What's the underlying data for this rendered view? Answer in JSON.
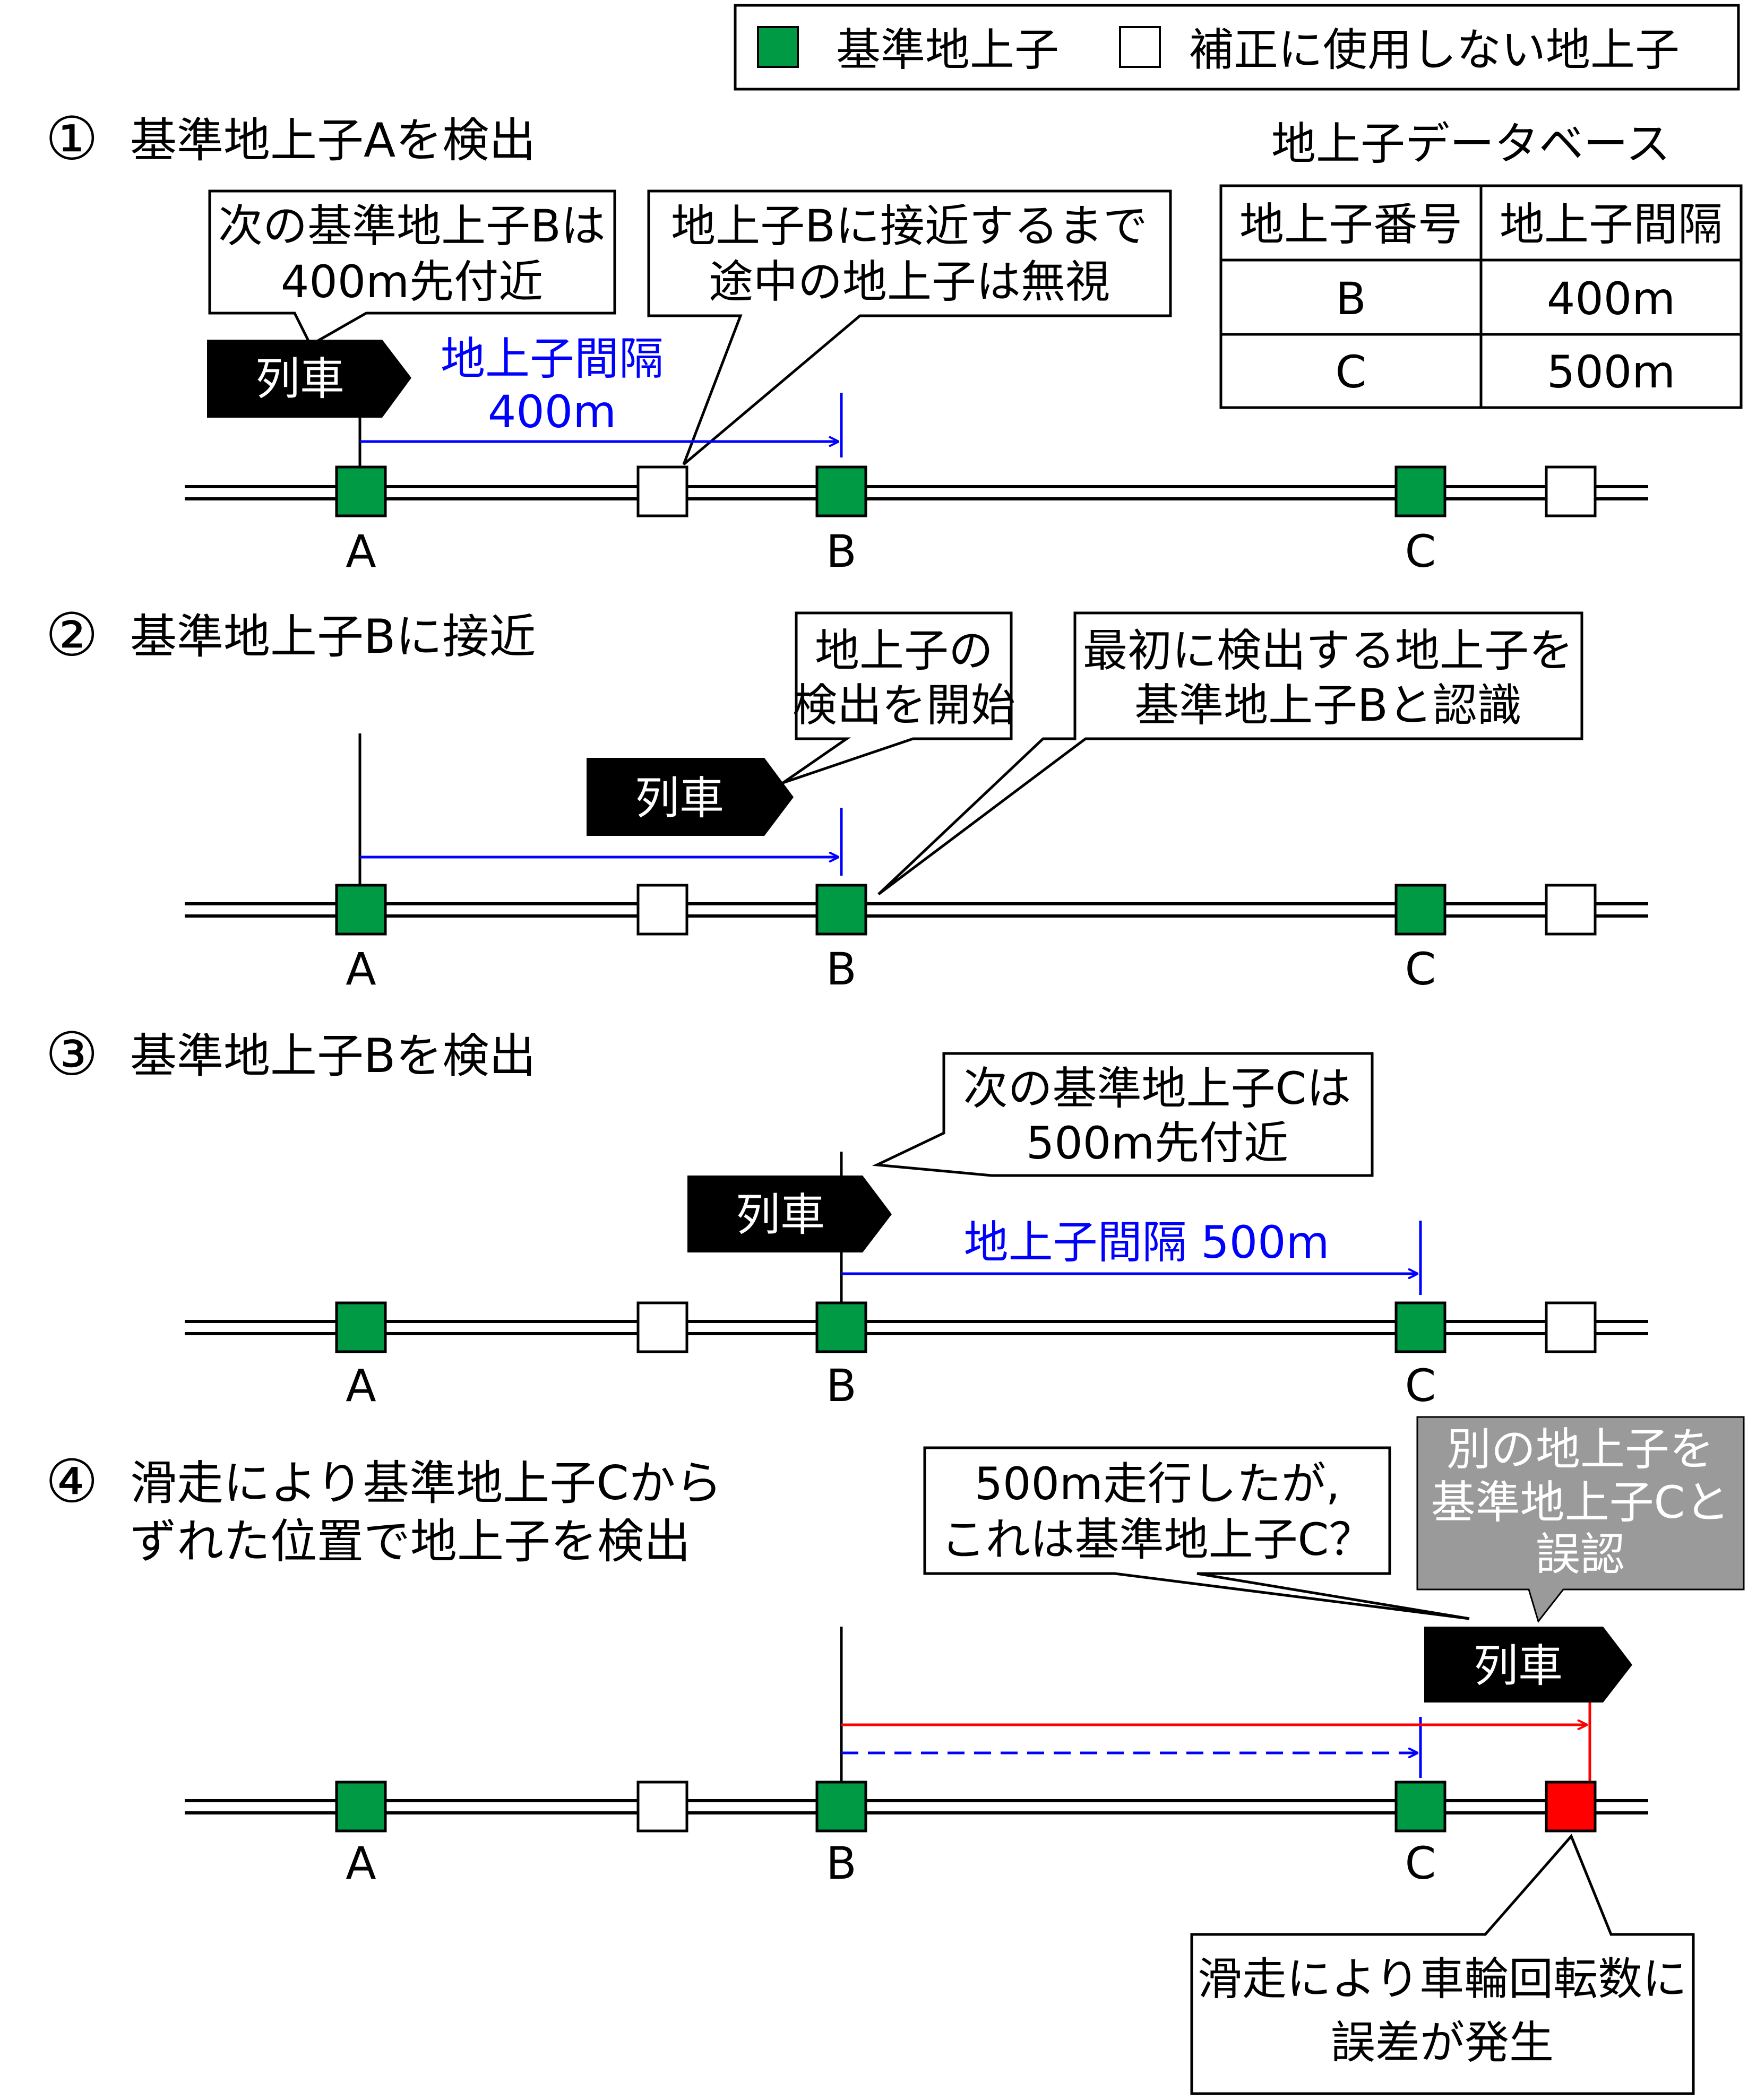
{
  "legend": {
    "reference_label": "基準地上子",
    "unused_label": "補正に使用しない地上子"
  },
  "database": {
    "title": "地上子データベース",
    "headers": [
      "地上子番号",
      "地上子間隔"
    ],
    "rows": [
      {
        "id": "B",
        "interval": "400m"
      },
      {
        "id": "C",
        "interval": "500m"
      }
    ]
  },
  "colors": {
    "reference": "#009a44",
    "unused": "#ffffff",
    "misread": "#ff0000",
    "interval_arrow": "#0000ff",
    "actual_arrow": "#ff0000",
    "train": "#000000",
    "gray_callout": "#9a9a9a"
  },
  "track_labels": [
    "A",
    "B",
    "C"
  ],
  "train_label": "列車",
  "steps": [
    {
      "number": "①",
      "title_lines": [
        "基準地上子Aを検出"
      ],
      "interval_label_lines": [
        "地上子間隔",
        "400m"
      ],
      "callouts": [
        {
          "lines": [
            "次の基準地上子Bは",
            "400m先付近"
          ]
        },
        {
          "lines": [
            "地上子Bに接近するまで",
            "途中の地上子は無視"
          ]
        }
      ]
    },
    {
      "number": "②",
      "title_lines": [
        "基準地上子Bに接近"
      ],
      "callouts": [
        {
          "lines": [
            "地上子の",
            "検出を開始"
          ]
        },
        {
          "lines": [
            "最初に検出する地上子を",
            "基準地上子Bと認識"
          ]
        }
      ]
    },
    {
      "number": "③",
      "title_lines": [
        "基準地上子Bを検出"
      ],
      "interval_label_lines": [
        "地上子間隔 500m"
      ],
      "callouts": [
        {
          "lines": [
            "次の基準地上子Cは",
            "500m先付近"
          ]
        }
      ]
    },
    {
      "number": "④",
      "title_lines": [
        "滑走により基準地上子Cから",
        "ずれた位置で地上子を検出"
      ],
      "callouts": [
        {
          "lines": [
            "500m走行したが,",
            "これは基準地上子C？"
          ]
        },
        {
          "lines": [
            "別の地上子を",
            "基準地上子Cと",
            "誤認"
          ]
        },
        {
          "lines": [
            "滑走により車輪回転数に",
            "誤差が発生"
          ]
        }
      ]
    }
  ]
}
